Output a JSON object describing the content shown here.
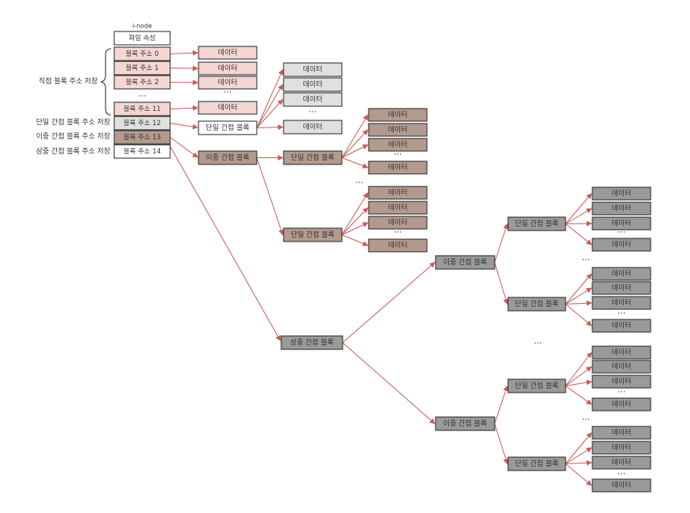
{
  "inode": {
    "header": "i-node",
    "rows": [
      "파일 속성",
      "블록 주소 0",
      "블록 주소 1",
      "블록 주소 2",
      "···",
      "블록 주소 11",
      "블록 주소 12",
      "블록 주소 13",
      "블록 주소 14"
    ]
  },
  "side_labels": {
    "direct": "직접 블록 주소 저장",
    "single": "단일 간접 블록 주소 저장",
    "double": "이중 간접 블록 주소 저장",
    "triple": "삼중 간접 블록 주소 저장"
  },
  "block_labels": {
    "data": "데이터",
    "single": "단일 간접 블록",
    "double": "이중 간접 블록",
    "triple": "삼중 간접 블록",
    "ellipsis": "···"
  },
  "colors": {
    "pink": "#f4d6d3",
    "light_gray": "#e0e0e0",
    "brown": "#b39a8e",
    "gray": "#9a9a9a",
    "white": "#ffffff",
    "arrow": "#c85a55",
    "stroke": "#333333"
  }
}
